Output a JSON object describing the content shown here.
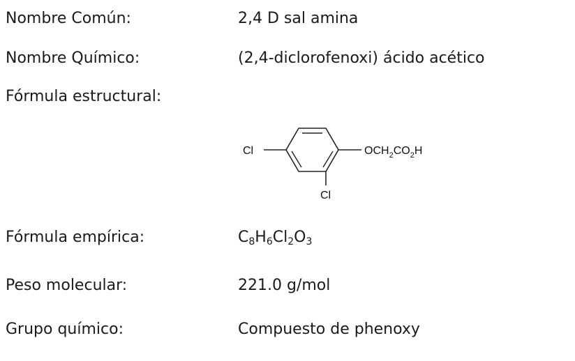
{
  "fields": {
    "common_name": {
      "label": "Nombre Común:",
      "value": "2,4 D sal amina"
    },
    "chemical_name": {
      "label": "Nombre Químico:",
      "value": "(2,4-diclorofenoxi) ácido acético"
    },
    "structural_formula": {
      "label": "Fórmula estructural:"
    },
    "empirical_formula": {
      "label": "Fórmula empírica:",
      "parts": [
        {
          "el": "C",
          "n": "8"
        },
        {
          "el": "H",
          "n": "6"
        },
        {
          "el": "Cl",
          "n": "2"
        },
        {
          "el": "O",
          "n": "3"
        }
      ]
    },
    "molecular_weight": {
      "label": "Peso molecular:",
      "value": "221.0 g/mol"
    },
    "chemical_group": {
      "label": "Grupo químico:",
      "value": "Compuesto de phenoxy"
    }
  },
  "structure": {
    "left_atom": "Cl",
    "bottom_atom": "Cl",
    "side_chain": {
      "a": "OCH",
      "b": "2",
      "c": "CO",
      "d": "2",
      "e": "H"
    }
  }
}
